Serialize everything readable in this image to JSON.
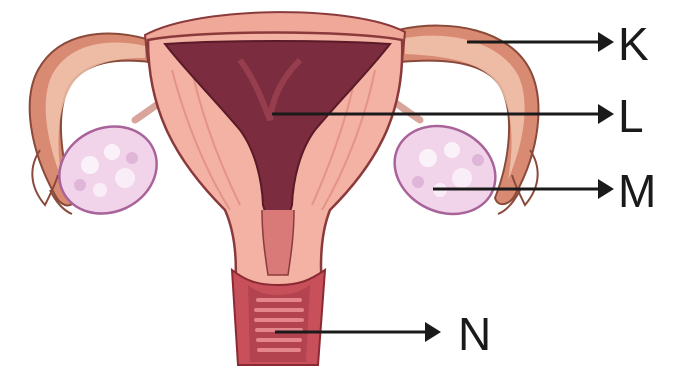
{
  "labels": {
    "k": "K",
    "l": "L",
    "m": "M",
    "n": "N"
  },
  "colors": {
    "tube_outer": "#d98a73",
    "tube_inner": "#f2c7b1",
    "ovary_fill": "#f1d4ea",
    "ovary_edge": "#a8649a",
    "uterus_wall": "#f3b2a3",
    "uterus_edge": "#8b3a3c",
    "cavity": "#7b2c3e",
    "cavity_light": "#a24456",
    "cervix": "#c8505a",
    "arrow": "#1a1a1a"
  }
}
